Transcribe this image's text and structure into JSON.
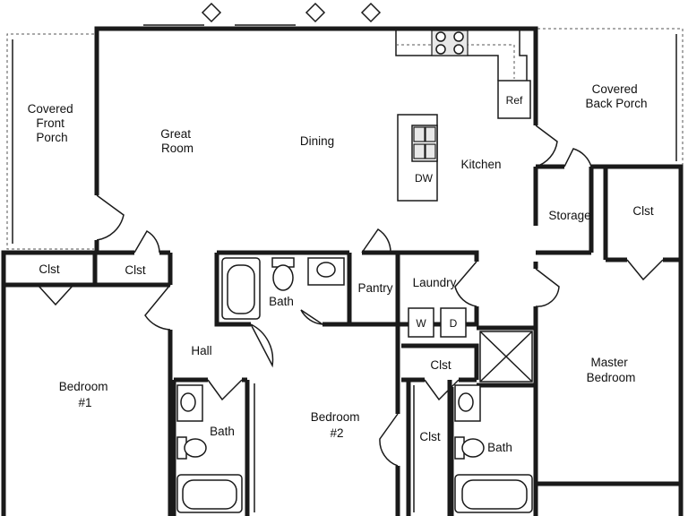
{
  "rooms": {
    "covered_front_porch": [
      "Covered",
      "Front",
      "Porch"
    ],
    "great_room": [
      "Great",
      "Room"
    ],
    "dining": "Dining",
    "kitchen": "Kitchen",
    "covered_back_porch": [
      "Covered",
      "Back Porch"
    ],
    "storage": "Storage",
    "master_closet": "Clst",
    "closet_1": "Clst",
    "closet_2": "Clst",
    "bath_hall": "Bath",
    "pantry": "Pantry",
    "laundry": "Laundry",
    "hall": "Hall",
    "bedroom_1": [
      "Bedroom",
      "#1"
    ],
    "bath_1": "Bath",
    "bedroom_2": [
      "Bedroom",
      "#2"
    ],
    "closet_hall": "Clst",
    "closet_bed2": "Clst",
    "master_bedroom": [
      "Master",
      "Bedroom"
    ],
    "master_bath": "Bath"
  },
  "fixtures": {
    "refrigerator": "Ref",
    "dishwasher": "DW",
    "washer": "W",
    "dryer": "D"
  }
}
